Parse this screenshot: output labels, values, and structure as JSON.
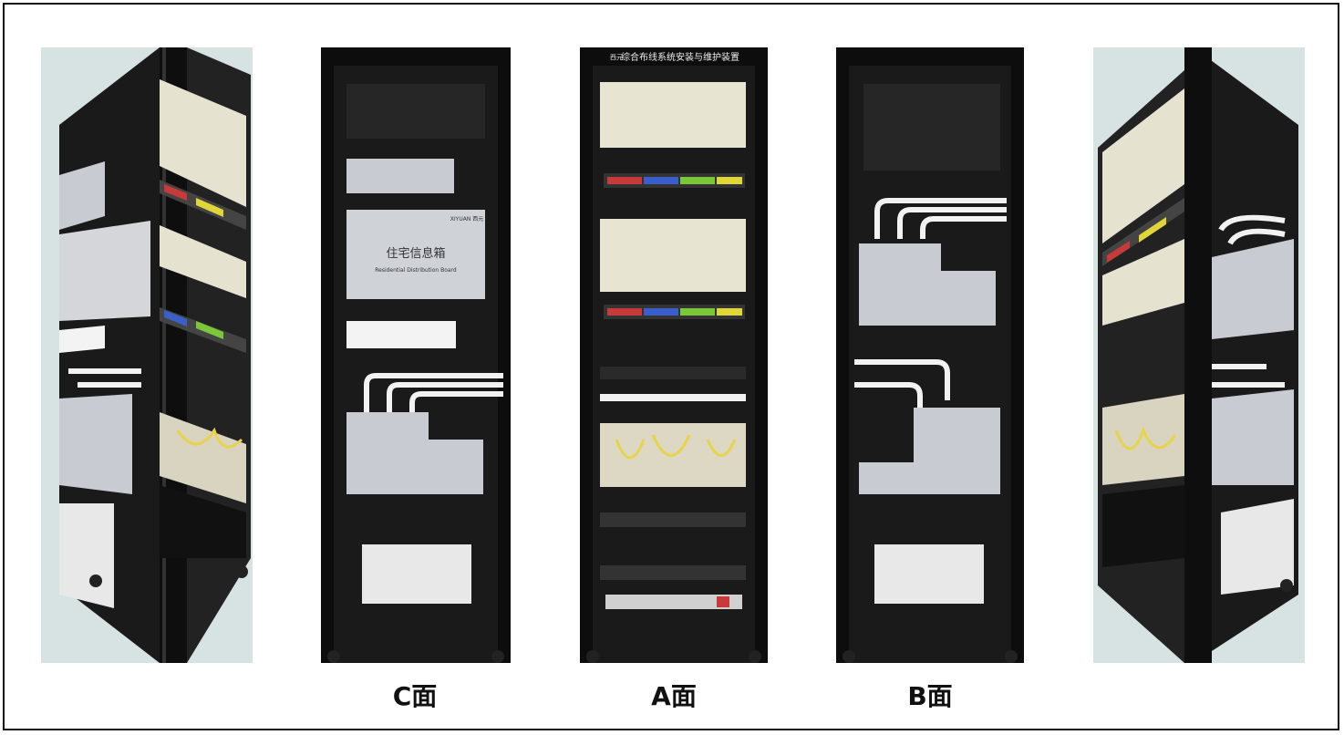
{
  "panels": {
    "cabinet_title": "综合布线系统安装与维护装置",
    "brand_mark": "西元",
    "brand_name": "XIYUAN 西元",
    "info_box_title": "住宅信息箱",
    "info_box_subtitle": "Residential Distribution Board"
  },
  "views": [
    {
      "kind": "perspective-left",
      "caption": ""
    },
    {
      "kind": "front",
      "caption": "C面"
    },
    {
      "kind": "front",
      "caption": "A面"
    },
    {
      "kind": "front",
      "caption": "B面"
    },
    {
      "kind": "perspective-right",
      "caption": ""
    }
  ],
  "colors": {
    "frame": "#111111",
    "rack": "#1a1a1a",
    "panel_beige": "#e8e4d2",
    "module_grey": "#c8ccd2",
    "pipe_white": "#f2f2f2",
    "fiber_yellow": "#e8d34a",
    "port_blue": "#3a5fc8",
    "port_red": "#c83a3a",
    "port_green": "#7ac83a",
    "port_yellow": "#e0d63a",
    "perspective_bg": "#d7e3e3"
  }
}
